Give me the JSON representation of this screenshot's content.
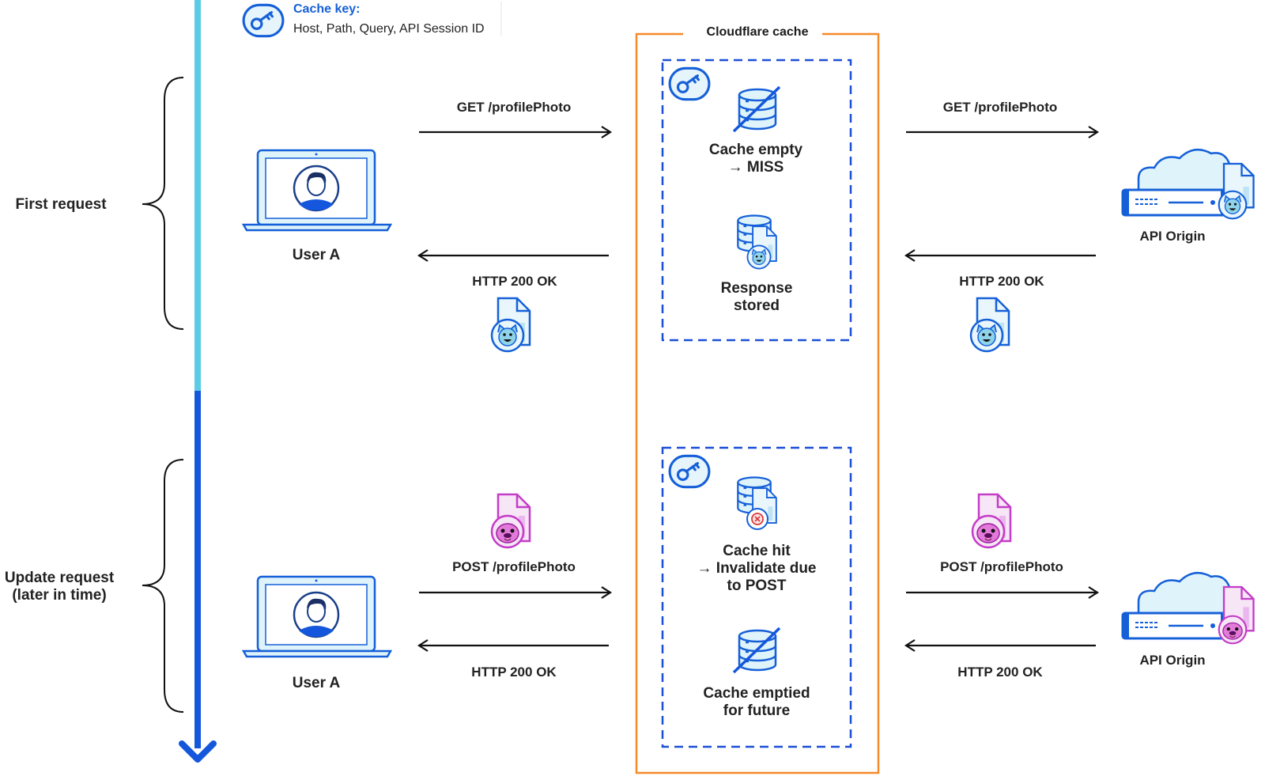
{
  "cache_key": {
    "title": "Cache key:",
    "value": "Host, Path, Query, API Session ID"
  },
  "cache_box_title": "Cloudflare cache",
  "phases": {
    "first": "First request",
    "update_line1": "Update request",
    "update_line2": "(later in time)"
  },
  "actors": {
    "user_first": "User A",
    "user_update": "User A",
    "origin_first": "API Origin",
    "origin_update": "API Origin"
  },
  "first_request": {
    "req_left": "GET /profilePhoto",
    "req_right": "GET /profilePhoto",
    "resp_left": "HTTP 200 OK",
    "resp_right": "HTTP 200 OK",
    "cache_step1_line1": "Cache empty",
    "cache_step1_line2": "→ MISS",
    "cache_step2_line1": "Response",
    "cache_step2_line2": "stored"
  },
  "update_request": {
    "req_left": "POST /profilePhoto",
    "req_right": "POST /profilePhoto",
    "resp_left": "HTTP 200 OK",
    "resp_right": "HTTP 200 OK",
    "cache_step1_line1": "Cache hit",
    "cache_step1_line2": "→ Invalidate due",
    "cache_step1_line3": "to POST",
    "cache_step2_line1": "Cache emptied",
    "cache_step2_line2": "for future"
  },
  "colors": {
    "timeline_top": "#5ccce6",
    "timeline_bottom": "#1557dc",
    "cache_box": "#f58a2a",
    "dashed": "#1a4fd6",
    "icon_stroke": "#1560d8",
    "icon_fill": "#dff3fb",
    "pug": "#c43cc8"
  }
}
